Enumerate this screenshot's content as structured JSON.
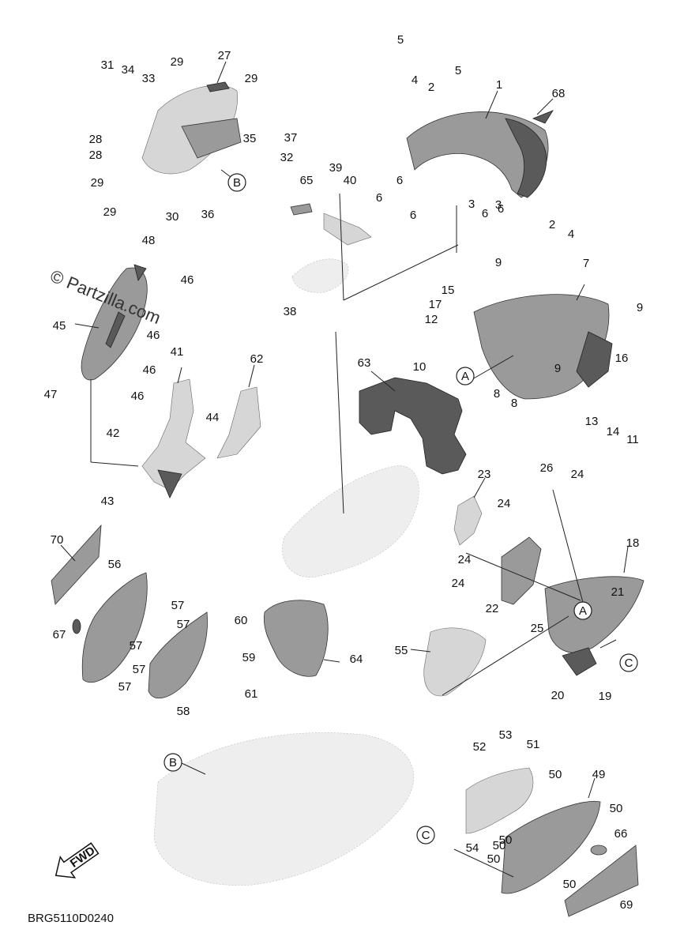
{
  "watermark": "© Partzilla.com",
  "diagram_code": "BRG5110D0240",
  "fwd_label": "FWD",
  "ref_labels": [
    "A",
    "A",
    "B",
    "B",
    "C",
    "C"
  ],
  "part_numbers": [
    "1",
    "2",
    "2",
    "3",
    "3",
    "4",
    "4",
    "5",
    "5",
    "6",
    "6",
    "6",
    "6",
    "6",
    "7",
    "8",
    "8",
    "9",
    "9",
    "9",
    "10",
    "11",
    "12",
    "13",
    "14",
    "15",
    "16",
    "17",
    "18",
    "19",
    "20",
    "21",
    "22",
    "23",
    "24",
    "24",
    "24",
    "24",
    "25",
    "26",
    "27",
    "28",
    "28",
    "29",
    "29",
    "29",
    "29",
    "30",
    "31",
    "32",
    "33",
    "34",
    "35",
    "36",
    "37",
    "38",
    "39",
    "40",
    "41",
    "42",
    "43",
    "44",
    "45",
    "46",
    "46",
    "46",
    "46",
    "47",
    "48",
    "49",
    "50",
    "50",
    "50",
    "50",
    "50",
    "50",
    "51",
    "52",
    "53",
    "54",
    "55",
    "56",
    "57",
    "57",
    "57",
    "57",
    "57",
    "58",
    "59",
    "60",
    "61",
    "62",
    "63",
    "64",
    "65",
    "66",
    "67",
    "68",
    "69",
    "70"
  ]
}
